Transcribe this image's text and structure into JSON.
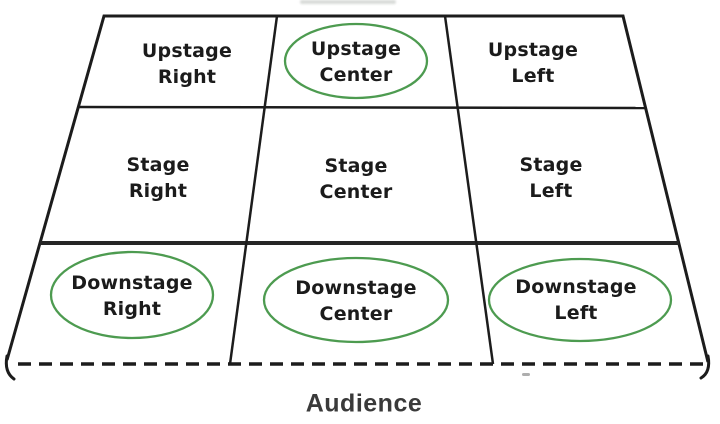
{
  "diagram": {
    "type": "stage-direction-grid",
    "cells": [
      {
        "id": "upstage-right",
        "line1": "Upstage",
        "line2": "Right",
        "circled": false
      },
      {
        "id": "upstage-center",
        "line1": "Upstage",
        "line2": "Center",
        "circled": true
      },
      {
        "id": "upstage-left",
        "line1": "Upstage",
        "line2": "Left",
        "circled": false
      },
      {
        "id": "stage-right",
        "line1": "Stage",
        "line2": "Right",
        "circled": false
      },
      {
        "id": "stage-center",
        "line1": "Stage",
        "line2": "Center",
        "circled": false
      },
      {
        "id": "stage-left",
        "line1": "Stage",
        "line2": "Left",
        "circled": false
      },
      {
        "id": "downstage-right",
        "line1": "Downstage",
        "line2": "Right",
        "circled": true
      },
      {
        "id": "downstage-center",
        "line1": "Downstage",
        "line2": "Center",
        "circled": true
      },
      {
        "id": "downstage-left",
        "line1": "Downstage",
        "line2": "Left",
        "circled": true
      }
    ],
    "audience": {
      "label": "Audience"
    },
    "colors": {
      "circle_green": "#4d9b50",
      "grid_line": "#1c1c1c",
      "cell_text": "#1b1b1b",
      "audience_text": "#3a3a3a"
    }
  }
}
